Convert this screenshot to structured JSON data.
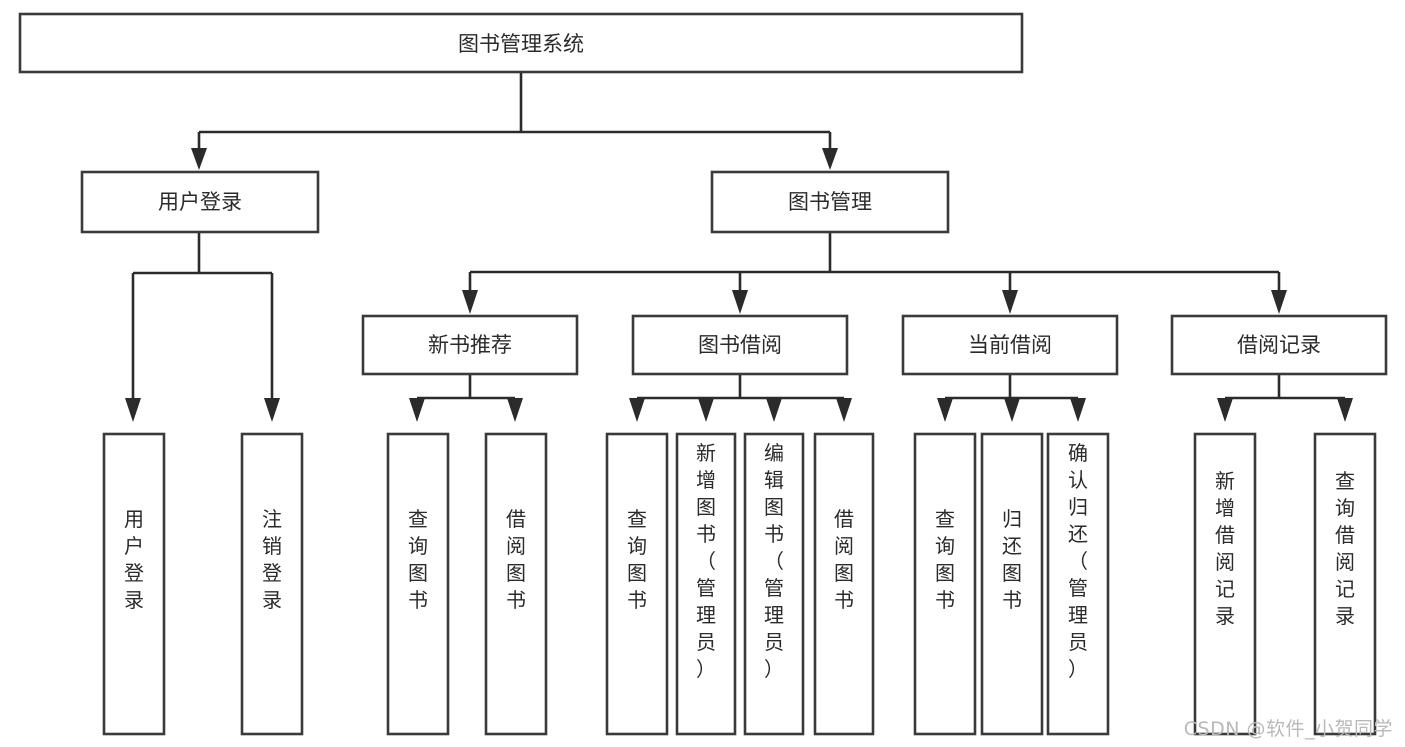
{
  "diagram": {
    "type": "tree-hierarchy",
    "title": "图书管理系统",
    "root": {
      "id": "root",
      "label": "图书管理系统",
      "orientation": "horizontal"
    },
    "level2": [
      {
        "id": "user-login",
        "label": "用户登录",
        "orientation": "horizontal"
      },
      {
        "id": "book-management",
        "label": "图书管理",
        "orientation": "horizontal"
      }
    ],
    "level3": [
      {
        "id": "new-book-recommend",
        "label": "新书推荐",
        "orientation": "horizontal",
        "parent": "book-management"
      },
      {
        "id": "book-borrow",
        "label": "图书借阅",
        "orientation": "horizontal",
        "parent": "book-management"
      },
      {
        "id": "current-borrow",
        "label": "当前借阅",
        "orientation": "horizontal",
        "parent": "book-management"
      },
      {
        "id": "borrow-record",
        "label": "借阅记录",
        "orientation": "horizontal",
        "parent": "book-management"
      }
    ],
    "leaves": [
      {
        "id": "leaf-user-login",
        "label": "用户登录",
        "orientation": "vertical",
        "parent": "user-login"
      },
      {
        "id": "leaf-logout-login",
        "label": "注销登录",
        "orientation": "vertical",
        "parent": "user-login"
      },
      {
        "id": "leaf-query-book-1",
        "label": "查询图书",
        "orientation": "vertical",
        "parent": "new-book-recommend"
      },
      {
        "id": "leaf-borrow-book-1",
        "label": "借阅图书",
        "orientation": "vertical",
        "parent": "new-book-recommend"
      },
      {
        "id": "leaf-query-book-2",
        "label": "查询图书",
        "orientation": "vertical",
        "parent": "book-borrow"
      },
      {
        "id": "leaf-add-book",
        "label": "新增图书（管理员）",
        "orientation": "vertical",
        "parent": "book-borrow"
      },
      {
        "id": "leaf-edit-book",
        "label": "编辑图书（管理员）",
        "orientation": "vertical",
        "parent": "book-borrow"
      },
      {
        "id": "leaf-borrow-book-2",
        "label": "借阅图书",
        "orientation": "vertical",
        "parent": "book-borrow"
      },
      {
        "id": "leaf-query-book-3",
        "label": "查询图书",
        "orientation": "vertical",
        "parent": "current-borrow"
      },
      {
        "id": "leaf-return-book",
        "label": "归还图书",
        "orientation": "vertical",
        "parent": "current-borrow"
      },
      {
        "id": "leaf-confirm-return",
        "label": "确认归还（管理员）",
        "orientation": "vertical",
        "parent": "current-borrow"
      },
      {
        "id": "leaf-add-record",
        "label": "新增借阅记录",
        "orientation": "vertical",
        "parent": "borrow-record"
      },
      {
        "id": "leaf-query-record",
        "label": "查询借阅记录",
        "orientation": "vertical",
        "parent": "borrow-record"
      }
    ],
    "colors": {
      "background": "#ffffff",
      "box_fill": "#ffffff",
      "box_stroke": "#3a3a3a",
      "connector": "#2b2b2b",
      "text": "#2b2b2b",
      "watermark": "#b9b9b9"
    }
  },
  "watermark": {
    "text": "CSDN @软件_小贺同学"
  }
}
